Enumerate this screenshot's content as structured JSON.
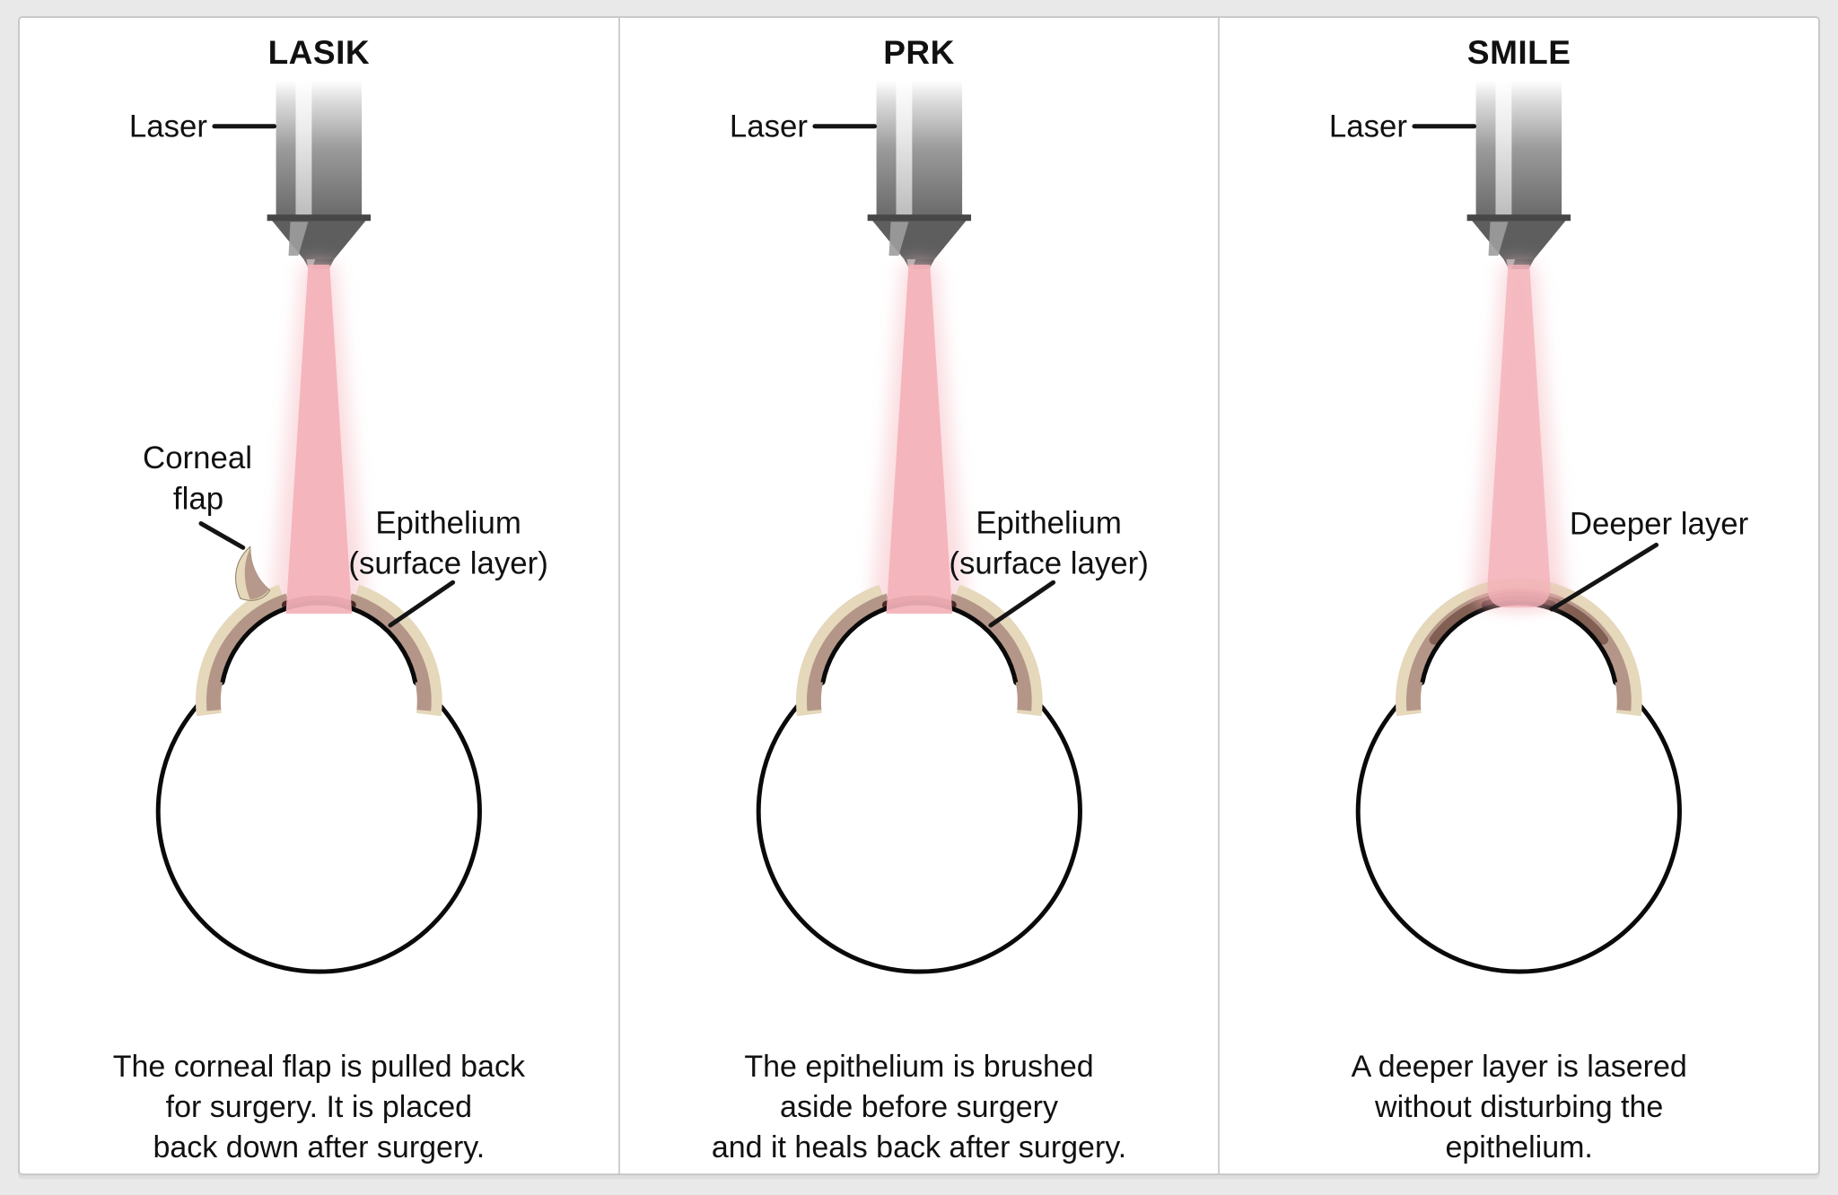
{
  "figure": {
    "type": "medical-comparison-diagram",
    "subject": "Laser eye surgery techniques compared"
  },
  "colors": {
    "background": "#e9e9e9",
    "card_border": "#c9c9c9",
    "divider": "#cfcfcf",
    "beam_core": "#f4b2b9",
    "beam_glow": "#f8cdd2",
    "epithelium_cream": "#e5d8bb",
    "stroma_mauve": "#b49689",
    "deeper_layer_brown": "#7b594c",
    "ablation_maroon": "#4a2a28",
    "outline_black": "#0a0a0a",
    "laser_body_dark": "#6a6a6a"
  },
  "panels": [
    {
      "id": "lasik",
      "title": "LASIK",
      "labels": {
        "laser": "Laser",
        "flap_line1": "Corneal",
        "flap_line2": "flap",
        "epi_line1": "Epithelium",
        "epi_line2": "(surface layer)"
      },
      "description": "The corneal flap is pulled back\nfor surgery. It is placed\nback down after surgery."
    },
    {
      "id": "prk",
      "title": "PRK",
      "labels": {
        "laser": "Laser",
        "epi_line1": "Epithelium",
        "epi_line2": "(surface layer)"
      },
      "description": "The epithelium is brushed\naside before surgery\nand it heals back after surgery."
    },
    {
      "id": "smile",
      "title": "SMILE",
      "labels": {
        "laser": "Laser",
        "deeper": "Deeper layer"
      },
      "description": "A deeper layer is lasered\nwithout disturbing the\nepithelium."
    }
  ]
}
